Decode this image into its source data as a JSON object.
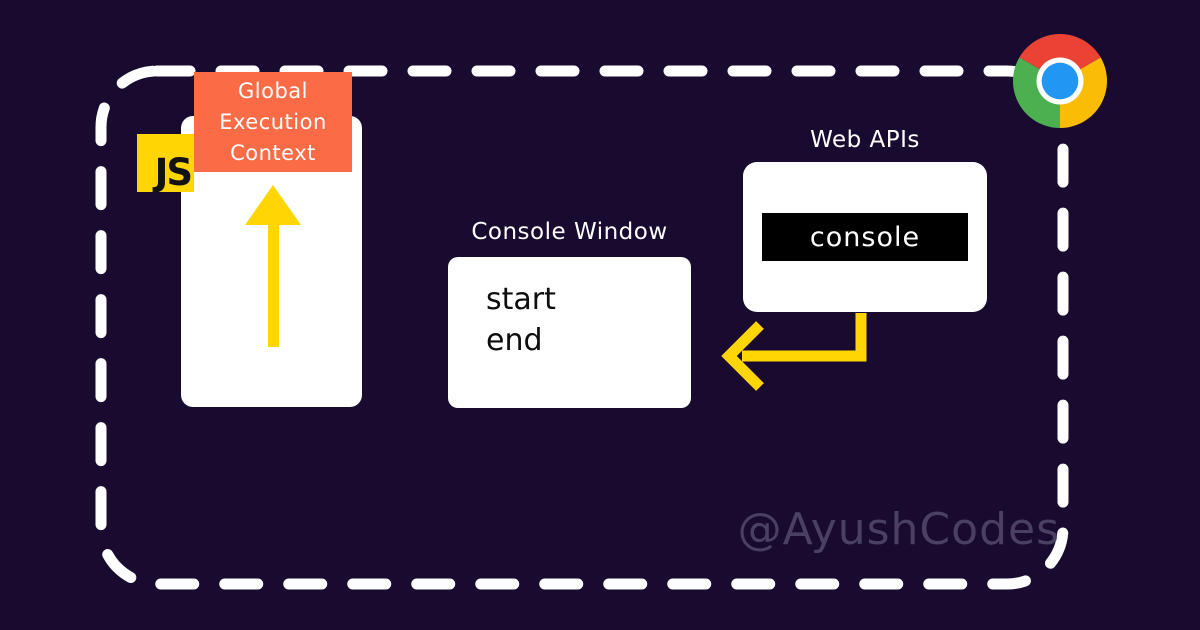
{
  "page": {
    "background_color": "#190A30",
    "accent_yellow": "#FFD504",
    "accent_orange": "#FB6C46",
    "watermark_color": "#4A4162"
  },
  "watermark": "@AyushCodes",
  "js_badge": {
    "label": "JS"
  },
  "call_stack": {
    "label_lines": {
      "0": "Global",
      "1": "Execution",
      "2": "Context"
    }
  },
  "console_window": {
    "title": "Console Window",
    "lines": {
      "0": "start",
      "1": "end"
    }
  },
  "web_apis": {
    "title": "Web APIs",
    "item": "console"
  }
}
